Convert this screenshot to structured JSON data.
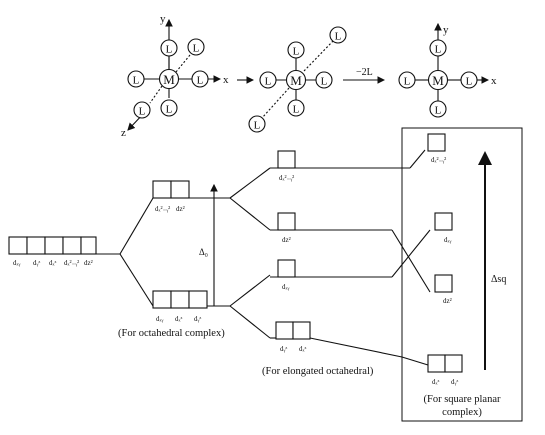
{
  "molecules": {
    "ligand": "L",
    "metal": "M",
    "axes": {
      "x": "x",
      "y": "y",
      "z": "z"
    },
    "step_label": "−2L"
  },
  "levels": {
    "free_ion": [
      "dₓᵧ",
      "dᵧᶻ",
      "dₓᶻ",
      "dₓ²₋ᵧ²",
      "dz²"
    ],
    "oct_eg": [
      "dₓ²₋ᵧ²",
      "dz²"
    ],
    "oct_t2g": [
      "dₓᵧ",
      "dₓᶻ",
      "dᵧᶻ"
    ],
    "elong_x2y2": "dₓ²₋ᵧ²",
    "elong_z2": "dz²",
    "elong_xy": "dₓᵧ",
    "elong_yz_xz": [
      "dᵧᶻ",
      "dₓᶻ"
    ],
    "sq_x2y2": "dₓ²₋ᵧ²",
    "sq_xy": "dₓᵧ",
    "sq_z2": "dz²",
    "sq_xz_yz": [
      "dₓᶻ",
      "dᵧᶻ"
    ]
  },
  "deltas": {
    "octahedral": "Δ₀",
    "square": "Δsq"
  },
  "captions": {
    "octahedral": "(For octahedral complex)",
    "elongated": "(For elongated octahedral)",
    "square_line1": "(For square planar",
    "square_line2": "complex)"
  }
}
